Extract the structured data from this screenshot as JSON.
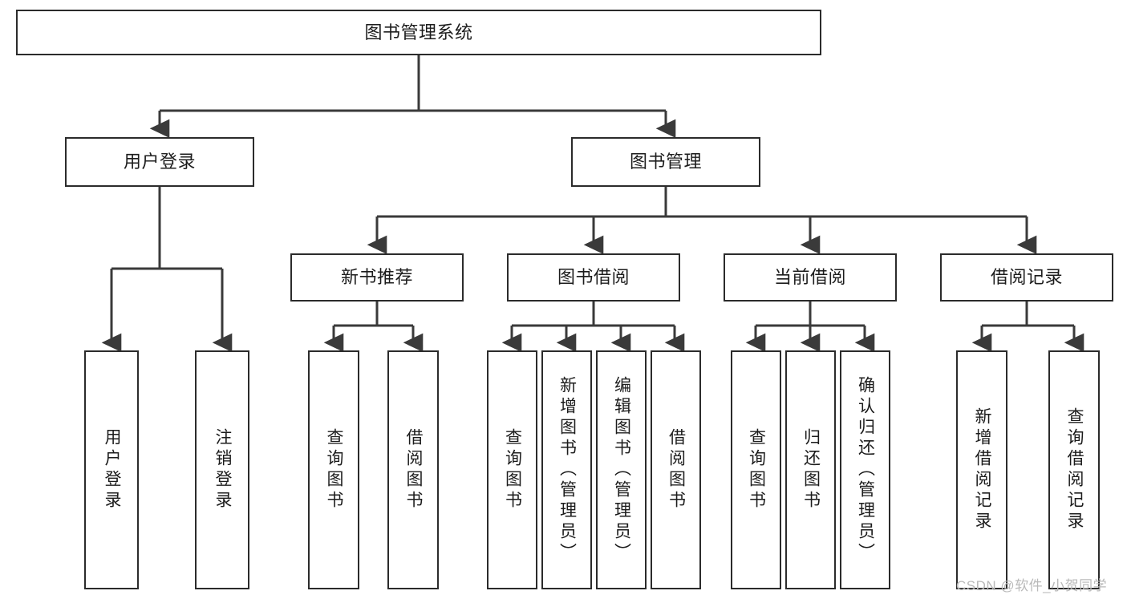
{
  "diagram": {
    "type": "tree-hierarchy",
    "title": "图书管理系统",
    "watermark": "CSDN @软件_小贺同学",
    "colors": {
      "box_border": "#2b2b2b",
      "box_fill": "#ffffff",
      "edge": "#3a3a3a",
      "text": "#1c1c1c",
      "watermark": "#b9b9b9",
      "background": "#ffffff"
    },
    "nodes": {
      "root": {
        "label": "图书管理系统",
        "level": 0,
        "orientation": "horizontal"
      },
      "l1_user_login": {
        "label": "用户登录",
        "level": 1,
        "orientation": "horizontal"
      },
      "l1_book_manage": {
        "label": "图书管理",
        "level": 1,
        "orientation": "horizontal"
      },
      "l2_new_book_rec": {
        "label": "新书推荐",
        "level": 2,
        "orientation": "horizontal"
      },
      "l2_book_borrow": {
        "label": "图书借阅",
        "level": 2,
        "orientation": "horizontal"
      },
      "l2_current_borrow": {
        "label": "当前借阅",
        "level": 2,
        "orientation": "horizontal"
      },
      "l2_borrow_record": {
        "label": "借阅记录",
        "level": 2,
        "orientation": "horizontal"
      },
      "leaf_user_login": {
        "label": "用户登录",
        "level": 3,
        "orientation": "vertical"
      },
      "leaf_logout": {
        "label": "注销登录",
        "level": 3,
        "orientation": "vertical"
      },
      "leaf_query_book_a": {
        "label": "查询图书",
        "level": 3,
        "orientation": "vertical"
      },
      "leaf_borrow_book_a": {
        "label": "借阅图书",
        "level": 3,
        "orientation": "vertical"
      },
      "leaf_query_book_b": {
        "label": "查询图书",
        "level": 3,
        "orientation": "vertical"
      },
      "leaf_add_book": {
        "label": "新增图书（管理员）",
        "level": 3,
        "orientation": "vertical"
      },
      "leaf_edit_book": {
        "label": "编辑图书（管理员）",
        "level": 3,
        "orientation": "vertical"
      },
      "leaf_borrow_book_b": {
        "label": "借阅图书",
        "level": 3,
        "orientation": "vertical"
      },
      "leaf_query_book_c": {
        "label": "查询图书",
        "level": 3,
        "orientation": "vertical"
      },
      "leaf_return_book": {
        "label": "归还图书",
        "level": 3,
        "orientation": "vertical"
      },
      "leaf_confirm_return": {
        "label": "确认归还（管理员）",
        "level": 3,
        "orientation": "vertical"
      },
      "leaf_add_record": {
        "label": "新增借阅记录",
        "level": 3,
        "orientation": "vertical"
      },
      "leaf_query_record": {
        "label": "查询借阅记录",
        "level": 3,
        "orientation": "vertical"
      }
    },
    "edges": [
      {
        "from": "root",
        "to": "l1_user_login"
      },
      {
        "from": "root",
        "to": "l1_book_manage"
      },
      {
        "from": "l1_user_login",
        "to": "leaf_user_login"
      },
      {
        "from": "l1_user_login",
        "to": "leaf_logout"
      },
      {
        "from": "l1_book_manage",
        "to": "l2_new_book_rec"
      },
      {
        "from": "l1_book_manage",
        "to": "l2_book_borrow"
      },
      {
        "from": "l1_book_manage",
        "to": "l2_current_borrow"
      },
      {
        "from": "l1_book_manage",
        "to": "l2_borrow_record"
      },
      {
        "from": "l2_new_book_rec",
        "to": "leaf_query_book_a"
      },
      {
        "from": "l2_new_book_rec",
        "to": "leaf_borrow_book_a"
      },
      {
        "from": "l2_book_borrow",
        "to": "leaf_query_book_b"
      },
      {
        "from": "l2_book_borrow",
        "to": "leaf_add_book"
      },
      {
        "from": "l2_book_borrow",
        "to": "leaf_edit_book"
      },
      {
        "from": "l2_book_borrow",
        "to": "leaf_borrow_book_b"
      },
      {
        "from": "l2_current_borrow",
        "to": "leaf_query_book_c"
      },
      {
        "from": "l2_current_borrow",
        "to": "leaf_return_book"
      },
      {
        "from": "l2_current_borrow",
        "to": "leaf_confirm_return"
      },
      {
        "from": "l2_borrow_record",
        "to": "leaf_add_record"
      },
      {
        "from": "l2_borrow_record",
        "to": "leaf_query_record"
      }
    ]
  }
}
